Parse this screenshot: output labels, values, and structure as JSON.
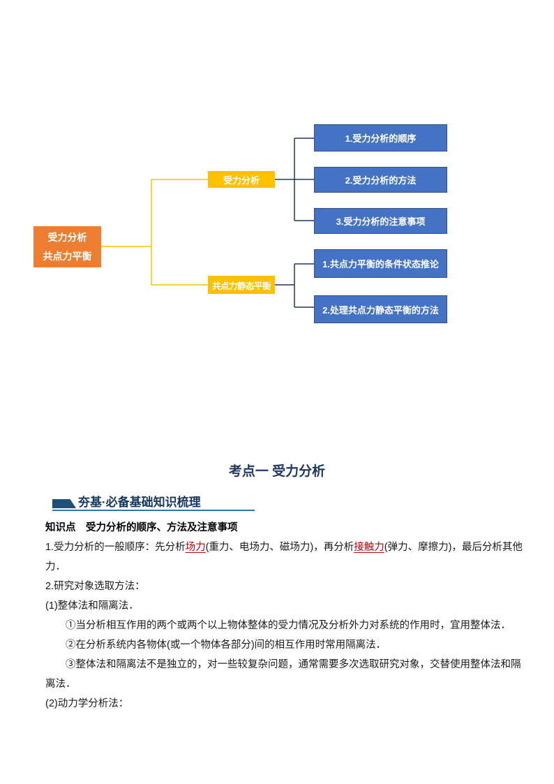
{
  "diagram": {
    "root": {
      "line1": "受力分析",
      "line2": "共点力平衡"
    },
    "branches": [
      {
        "label": "受力分析"
      },
      {
        "label": "共点力静态平衡"
      }
    ],
    "leaves": [
      {
        "label": "1.受力分析的顺序"
      },
      {
        "label": "2.受力分析的方法"
      },
      {
        "label": "3.受力分析的注意事项"
      },
      {
        "label": "1.共点力平衡的条件状态推论"
      },
      {
        "label": "2.处理共点力静态平衡的方法"
      }
    ],
    "colors": {
      "root_fill": "#ED7D31",
      "branch_fill": "#FFC000",
      "leaf_fill": "#4472C4",
      "leaf_border": "#2F528F",
      "connector_gold": "#FFC000",
      "connector_dark": "#1F3864"
    }
  },
  "exam_point": {
    "title": "考点一 受力分析"
  },
  "section": {
    "header": "夯基·必备基础知识梳理",
    "accent_color": "#1F4E79",
    "underline_color": "#2E74B5",
    "text_color": "#17375E"
  },
  "content": {
    "knowledge_point_heading": "知识点　受力分析的顺序、方法及注意事项",
    "p1": {
      "s1": "1.受力分析的一般顺序：先分析",
      "red1": "场力",
      "s2": "(重力、电场力、磁场力)，再分析",
      "red2": "接触力",
      "s3": "(弹力、摩擦力)，最后分析其他力．",
      "red_color": "#C00000"
    },
    "p2": "2.研究对象选取方法：",
    "p3": "(1)整体法和隔离法．",
    "p4": "①当分析相互作用的两个或两个以上物体整体的受力情况及分析外力对系统的作用时，宜用整体法．",
    "p5": "②在分析系统内各物体(或一个物体各部分)间的相互作用时常用隔离法．",
    "p6": "③整体法和隔离法不是独立的，对一些较复杂问题，通常需要多次选取研究对象，交替使用整体法和隔离法．",
    "p7": "(2)动力学分析法："
  }
}
